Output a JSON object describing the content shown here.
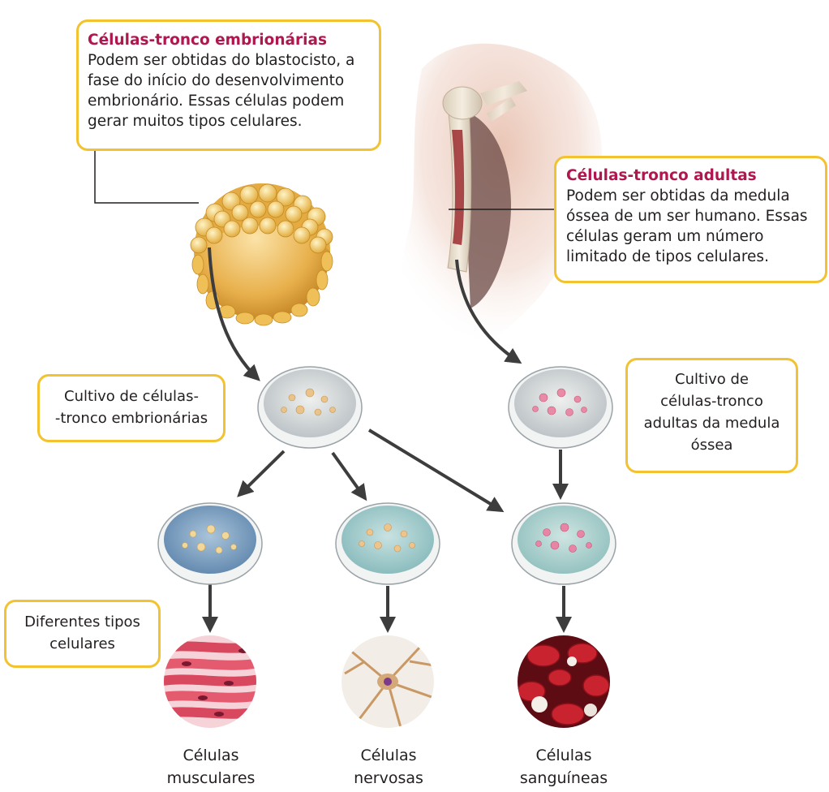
{
  "boxes": {
    "embryonic": {
      "heading": "Células-tronco embrionárias",
      "text": "Podem ser obtidas do blastocisto, a fase do início do desenvolvimento embrionário. Essas células podem gerar muitos tipos celulares."
    },
    "adult": {
      "heading": "Células-tronco adultas",
      "text": "Podem ser obtidas da medula óssea de um ser humano. Essas células geram um número limitado de tipos celulares."
    },
    "culture_embryonic": {
      "line1": "Cultivo de células-",
      "line2": "-tronco embrionárias"
    },
    "culture_adult": {
      "line1": "Cultivo de",
      "line2": "células-tronco",
      "line3": "adultas da medula",
      "line4": "óssea"
    },
    "cell_types": {
      "line1": "Diferentes tipos",
      "line2": "celulares"
    }
  },
  "captions": {
    "muscle": {
      "line1": "Células",
      "line2": "musculares"
    },
    "nerve": {
      "line1": "Células",
      "line2": "nervosas"
    },
    "blood": {
      "line1": "Células",
      "line2": "sanguíneas"
    }
  },
  "colors": {
    "box_border": "#f2c230",
    "heading": "#b0174f",
    "arrow": "#3d3d3d"
  },
  "icons": [
    "blastocyst-icon",
    "arm-bone-icon",
    "petri-dish-icon",
    "muscle-cells-icon",
    "nerve-cells-icon",
    "blood-cells-icon"
  ]
}
